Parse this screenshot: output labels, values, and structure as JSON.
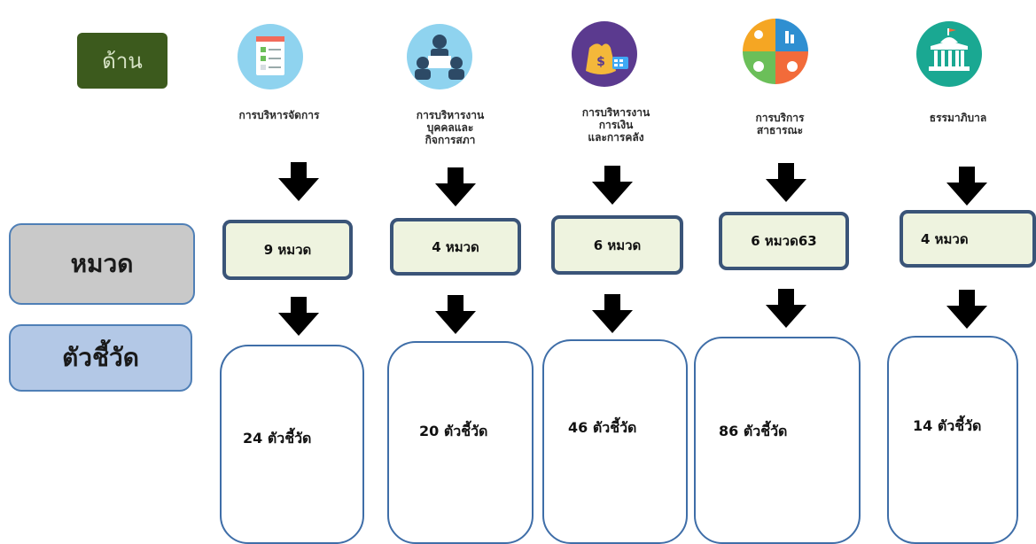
{
  "row_labels": {
    "dimension": "ด้าน",
    "category": "หมวด",
    "indicator": "ตัวชี้วัด"
  },
  "columns": [
    {
      "icon": "checklist-icon",
      "title": "การบริหารจัดการ",
      "category": "9 หมวด",
      "indicator": "24 ตัวชี้วัด"
    },
    {
      "icon": "people-meeting-icon",
      "title": "การบริหารงาน\nบุคคลและ\nกิจการสภา",
      "category": "4 หมวด",
      "indicator": "20 ตัวชี้วัด"
    },
    {
      "icon": "money-bag-icon",
      "title": "การบริหารงาน\nการเงิน\nและการคลัง",
      "category": "6 หมวด",
      "indicator": "46 ตัวชี้วัด"
    },
    {
      "icon": "public-service-icon",
      "title": "การบริการ\nสาธารณะ",
      "category": "6 หมวด63",
      "indicator": "86 ตัวชี้วัด"
    },
    {
      "icon": "government-building-icon",
      "title": "ธรรมาภิบาล",
      "category": "4 หมวด",
      "indicator": "14 ตัวชี้วัด"
    }
  ],
  "colors": {
    "dimension_bg": "#3c5a1d",
    "category_label_bg": "#c9c9c9",
    "indicator_label_bg": "#b3c8e6",
    "box_border": "#3a5478",
    "arrow": "#000000"
  }
}
